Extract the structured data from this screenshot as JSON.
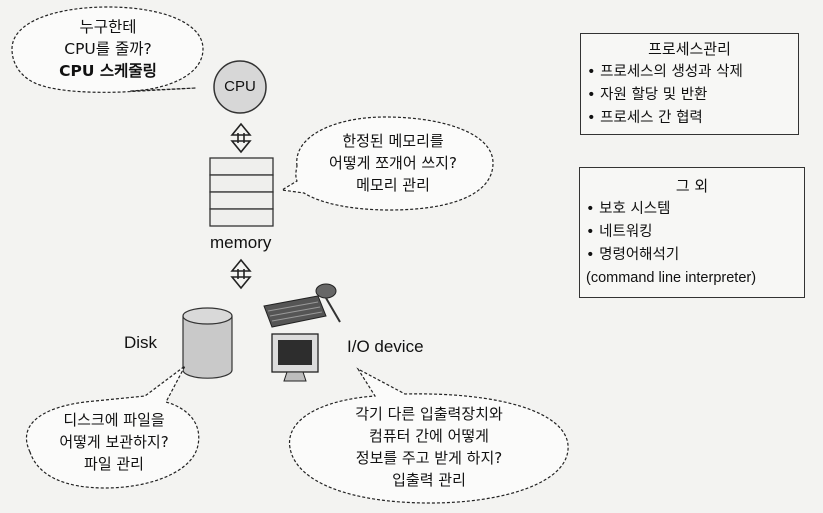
{
  "bubbles": {
    "cpu": {
      "lines": [
        "누구한테",
        "CPU를 줄까?",
        "CPU 스케줄링"
      ]
    },
    "memory": {
      "lines": [
        "한정된 메모리를",
        "어떻게 쪼개어 쓰지?",
        "메모리 관리"
      ]
    },
    "disk": {
      "lines": [
        "디스크에 파일을",
        "어떻게 보관하지?",
        "파일 관리"
      ]
    },
    "io": {
      "lines": [
        "각기 다른 입출력장치와",
        "컴퓨터 간에 어떻게",
        "정보를 주고 받게 하지?",
        "입출력 관리"
      ]
    }
  },
  "components": {
    "cpu_label": "CPU",
    "memory_label": "memory",
    "disk_label": "Disk",
    "io_label": "I/O device"
  },
  "process_box": {
    "title": "프로세스관리",
    "items": [
      "• 프로세스의 생성과 삭제",
      "• 자원 할당 및 반환",
      "• 프로세스 간 협력"
    ]
  },
  "other_box": {
    "title": "그 외",
    "items": [
      "• 보호 시스템",
      "• 네트워킹",
      "• 명령어해석기",
      "(command line interpreter)"
    ]
  }
}
